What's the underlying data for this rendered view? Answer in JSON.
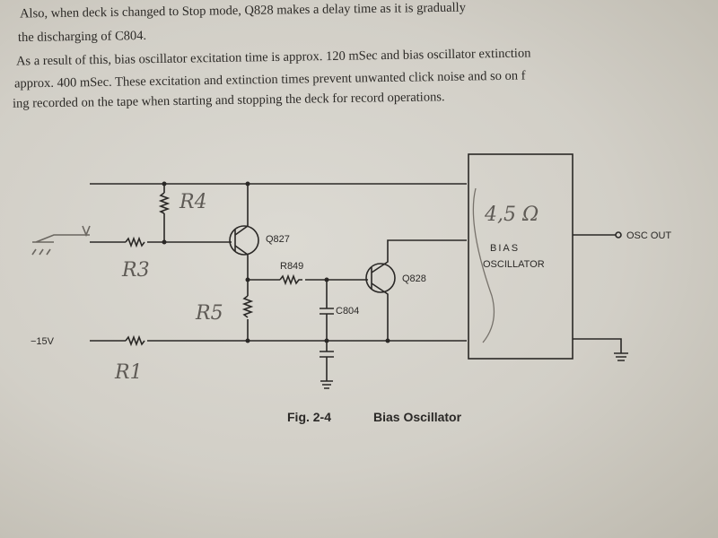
{
  "text_lines": [
    "Also, when deck is changed to Stop mode, Q828 makes a delay time as it is gradually",
    "the discharging of C804.",
    "As a result of this, bias oscillator excitation time is approx. 120 mSec and bias oscillator extinction",
    "approx. 400 mSec. These excitation and extinction times prevent unwanted click noise and so on f",
    "ing recorded on the tape when starting and stopping the deck for record operations."
  ],
  "diagram": {
    "labels": {
      "q827": "Q827",
      "q828": "Q828",
      "r849": "R849",
      "c804": "C804",
      "bias_line1": "BIAS",
      "bias_line2": "OSCILLATOR",
      "osc_out": "OSC  OUT",
      "minus15v": "−15V"
    },
    "handwritten": {
      "r4": "R4",
      "r3": "R3",
      "r5": "R5",
      "r1": "R1",
      "ohms": "4,5 Ω"
    }
  },
  "caption": {
    "fig": "Fig. 2-4",
    "title": "Bias Oscillator"
  }
}
